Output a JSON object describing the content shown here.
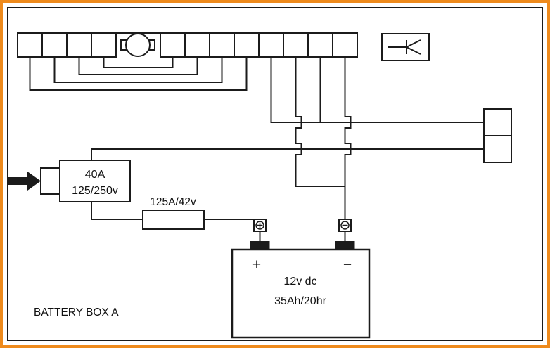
{
  "frame": {
    "border_color": "#EE8A1C",
    "line_color": "#1b1b1b",
    "background": "#ffffff"
  },
  "components": {
    "breaker": {
      "line1": "40A",
      "line2": "125/250v"
    },
    "fuse_label": "125A/42v",
    "battery": {
      "line1": "12v dc",
      "line2": "35Ah/20hr",
      "positive_sign": "+",
      "negative_sign": "−"
    },
    "caption": "BATTERY BOX A"
  },
  "icons": {
    "inlet_arrow": "arrow-right",
    "terminal_positive": "circle-plus",
    "terminal_negative": "circle-minus",
    "inline_device": "oval-connector",
    "relay_symbol": "diode-switch"
  }
}
